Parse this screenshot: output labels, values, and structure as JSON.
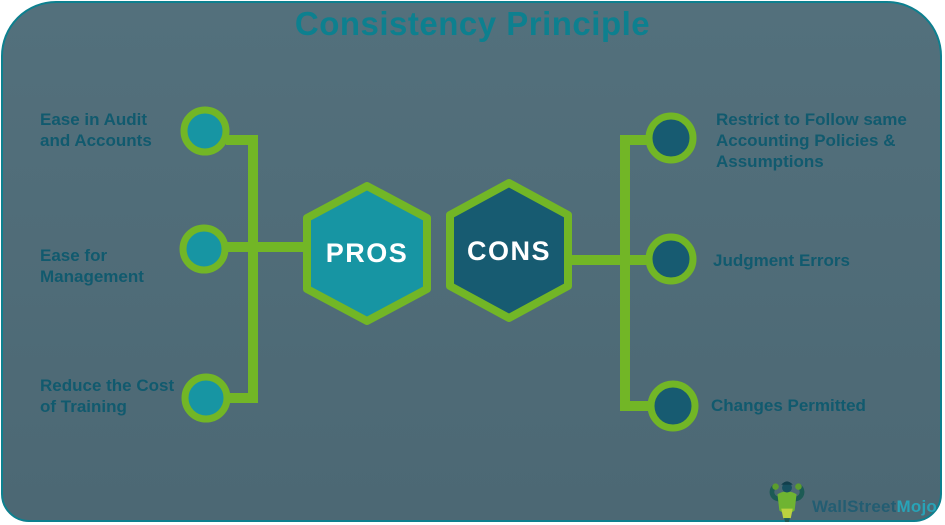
{
  "title": "Consistency Principle",
  "pros": {
    "label": "PROS",
    "items": [
      "Ease in Audit\nand Accounts",
      "Ease for\nManagement",
      "Reduce the Cost\nof Training"
    ]
  },
  "cons": {
    "label": "CONS",
    "items": [
      "Restrict to Follow same\nAccounting Policies &\nAssumptions",
      "Judgment Errors",
      "Changes Permitted"
    ]
  },
  "logo": {
    "brand_primary": "WallStreet",
    "brand_accent": "Mojo"
  },
  "colors": {
    "background_top": "#53707c",
    "background_bottom": "#4c6874",
    "border_teal": "#0d808f",
    "title_teal": "#0d808f",
    "item_text": "#115a6e",
    "green": "#72b626",
    "teal_fill": "#1795a3",
    "dark_fill": "#175b71",
    "hex_label": "#ffffff",
    "logo_dark": "#235d72",
    "logo_accent": "#28a3b7"
  }
}
